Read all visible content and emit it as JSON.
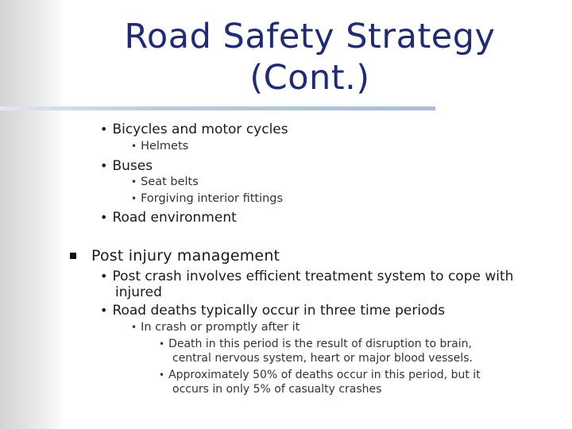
{
  "title_line1": "Road Safety Strategy",
  "title_line2": "(Cont.)",
  "items": {
    "bicycles": "Bicycles and motor cycles",
    "helmets": "Helmets",
    "buses": "Buses",
    "seat_belts": "Seat belts",
    "forgiving": "Forgiving interior fittings",
    "road_env": "Road environment",
    "post_injury": "Post injury management",
    "post_crash_line1": "Post crash involves efficient treatment system to cope with",
    "post_crash_line2": "injured",
    "road_deaths": "Road deaths typically occur in three time periods",
    "in_crash": "In crash or promptly after it",
    "death_period_line1": "Death in this period is the result of disruption to brain,",
    "death_period_line2": "central nervous system, heart or major blood vessels.",
    "approx_line1": "Approximately 50% of deaths occur in this period, but it",
    "approx_line2": "occurs in only 5% of casualty crashes"
  }
}
